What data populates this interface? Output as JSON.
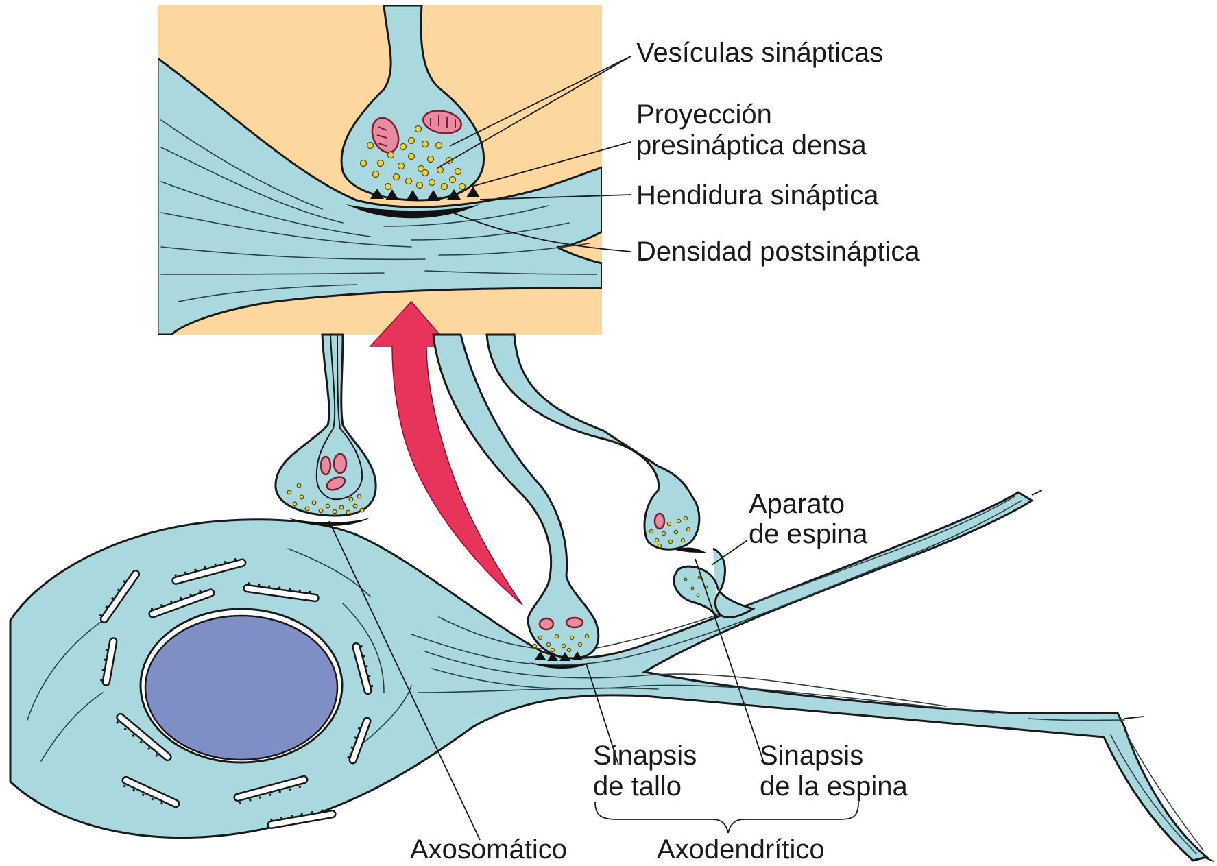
{
  "labels": {
    "vesiculas": "Vesículas sinápticas",
    "proyeccion_1": "Proyección",
    "proyeccion_2": "presináptica densa",
    "hendidura": "Hendidura sináptica",
    "densidad": "Densidad postsináptica",
    "aparato_1": "Aparato",
    "aparato_2": "de espina",
    "sinapsis_tallo_1": "Sinapsis",
    "sinapsis_tallo_2": "de tallo",
    "sinapsis_espina_1": "Sinapsis",
    "sinapsis_espina_2": "de la espina",
    "axosomatico": "Axosomático",
    "axodendritico": "Axodendrítico"
  },
  "colors": {
    "inset_background": "#fdd79d",
    "cytoplasm": "#a9d8df",
    "nucleus": "#7f8fc6",
    "mitochondria": "#e88aa0",
    "vesicles": "#e8d44c",
    "arrow": "#e8345a"
  }
}
